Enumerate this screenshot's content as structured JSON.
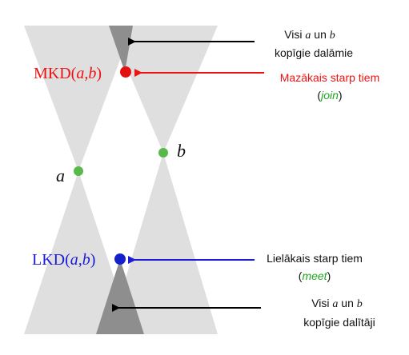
{
  "colors": {
    "background": "#ffffff",
    "cone_light": "#d7d7d7",
    "cone_dark": "#8e8e8e",
    "point_green": "#58b84a",
    "point_red": "#e41010",
    "point_blue": "#1420cc",
    "label_red": "#ee1111",
    "label_blue": "#1a1ad8",
    "label_green": "#22a522",
    "arrow_black": "#000000",
    "text_black": "#111111"
  },
  "points": {
    "a": {
      "label": "a",
      "color": "green"
    },
    "b": {
      "label": "b",
      "color": "green"
    },
    "join": {
      "prefix": "MKD(",
      "args": "a,b",
      "suffix": ")",
      "color": "red"
    },
    "meet": {
      "prefix": "LKD(",
      "args": "a,b",
      "suffix": ")",
      "color": "blue"
    }
  },
  "annotations": {
    "common_divisors": {
      "line1_pre": "Visi ",
      "line1_a": "a",
      "line1_mid": " un ",
      "line1_b": "b",
      "line2": "kopīgie dalāmie",
      "arrow_color": "black",
      "arrow_icon": "arrow-left-icon"
    },
    "join": {
      "line1": "Mazākais starp tiem",
      "line2_pre": "(",
      "line2_word": "join",
      "line2_post": ")",
      "arrow_color": "red",
      "arrow_icon": "arrow-left-icon"
    },
    "meet": {
      "line1": "Lielākais starp tiem",
      "line2_pre": "(",
      "line2_word": "meet",
      "line2_post": ")",
      "arrow_color": "blue",
      "arrow_icon": "arrow-left-icon"
    },
    "common_dividers": {
      "line1_pre": "Visi ",
      "line1_a": "a",
      "line1_mid": " un ",
      "line1_b": "b",
      "line2": "kopīgie dalītāji",
      "arrow_color": "black",
      "arrow_icon": "arrow-left-icon"
    }
  }
}
